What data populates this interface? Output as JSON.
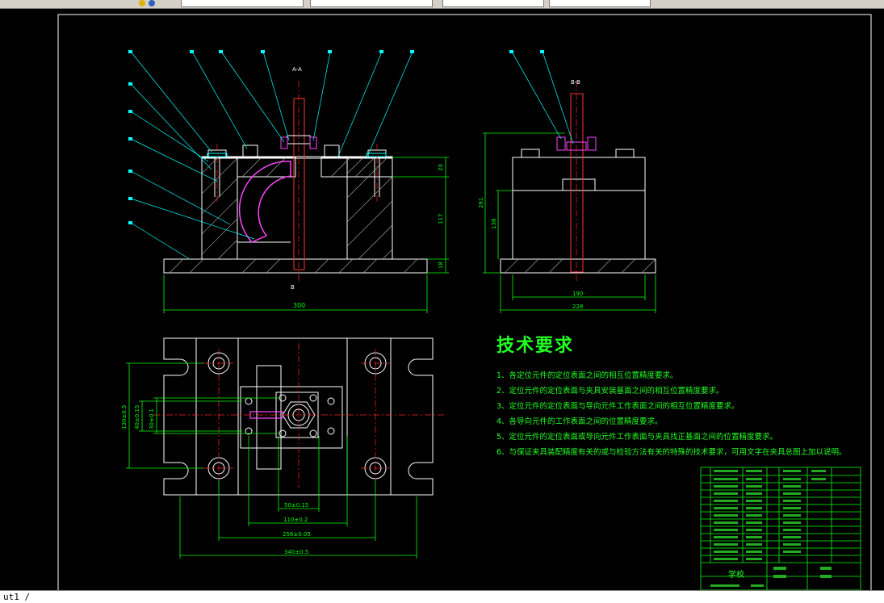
{
  "command_line": {
    "text": "ut1 /"
  },
  "technical_requirements": {
    "title": "技术要求",
    "items": [
      "1、各定位元件的定位表面之间的相互位置精度要求。",
      "2、定位元件的定位表面与夹具安装基面之间的相互位置精度要求。",
      "3、定位元件的定位表面与导向元件工作表面之间的相互位置精度要求。",
      "4、各导向元件的工作表面之间的位置精度要求。",
      "5、定位元件的定位表面或导向元件工作表面与夹具找正基面之间的位置精度要求。",
      "6、与保证夹具装配精度有关的或与检验方法有关的特殊的技术要求，可用文字在夹具总图上加以说明。"
    ]
  },
  "dimensions": {
    "front_width": "300",
    "front_h1": "20",
    "front_h2": "117",
    "front_h3": "18",
    "side_height": "261",
    "side_h": "138",
    "side_w1": "190",
    "side_w2": "228",
    "plan_d1": "50±0.15",
    "plan_d2": "110±0.2",
    "plan_d3": "256±0.05",
    "plan_d4": "340±0.5",
    "plan_v1": "130±0.5",
    "plan_v2": "40±0.15",
    "plan_v3": "30±0.1"
  },
  "section_labels": {
    "a": "A-A",
    "b": "B-B",
    "c": "B"
  },
  "title_block": {
    "school": "学校"
  },
  "colors": {
    "line": "#ffffff",
    "dim": "#00ff00",
    "leader": "#00ffff",
    "center": "#ff0000",
    "text": "#22ff22",
    "part": "#ff00ff"
  }
}
